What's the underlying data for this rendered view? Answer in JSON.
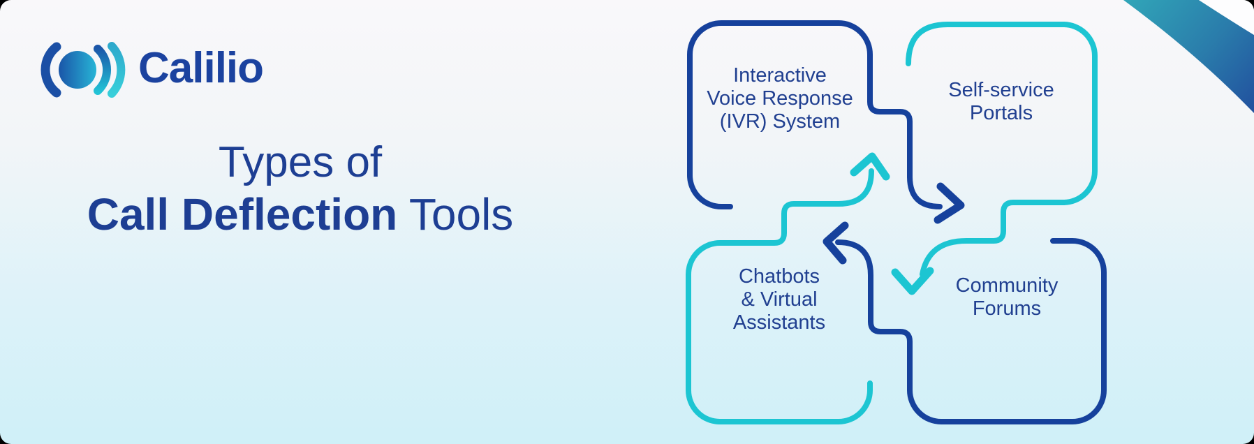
{
  "logo": {
    "brand": "Calilio"
  },
  "title": {
    "line1": "Types of",
    "line2_bold": "Call Deflection",
    "line2_regular": " Tools"
  },
  "diagram": {
    "nodes": [
      {
        "id": "ivr",
        "label": "Interactive\nVoice Response\n(IVR) System",
        "outline_color": "#16419c"
      },
      {
        "id": "self-service",
        "label": "Self-service\nPortals",
        "outline_color": "#1cc5d2"
      },
      {
        "id": "chatbots",
        "label": "Chatbots\n& Virtual\nAssistants",
        "outline_color": "#1cc5d2"
      },
      {
        "id": "community",
        "label": "Community\nForums",
        "outline_color": "#16419c"
      }
    ],
    "flow_order": [
      "ivr",
      "self-service",
      "community",
      "chatbots",
      "ivr"
    ]
  },
  "colors": {
    "dark_blue": "#16419c",
    "teal": "#1cc5d2",
    "text_navy": "#1d3e93",
    "background_top": "#f9f8fa",
    "background_bottom": "#cff0f8",
    "ribbon_teal": "#31a6b8",
    "ribbon_blue": "#21509e"
  }
}
